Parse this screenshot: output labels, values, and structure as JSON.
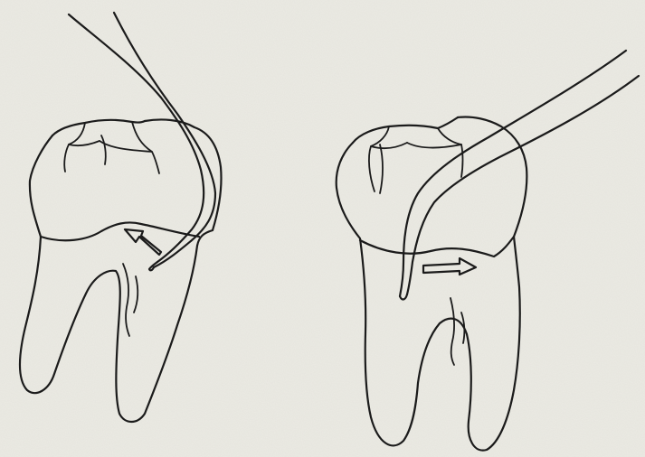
{
  "figure": {
    "panels": [
      {
        "id": "left",
        "subject": "molar-tooth",
        "instrument": "curved-probe",
        "arrow_direction": "up-left"
      },
      {
        "id": "right",
        "subject": "molar-tooth",
        "instrument": "curved-probe",
        "arrow_direction": "right"
      }
    ],
    "colors": {
      "paper": "#ecebe4",
      "ink": "#1b1b1b"
    }
  }
}
